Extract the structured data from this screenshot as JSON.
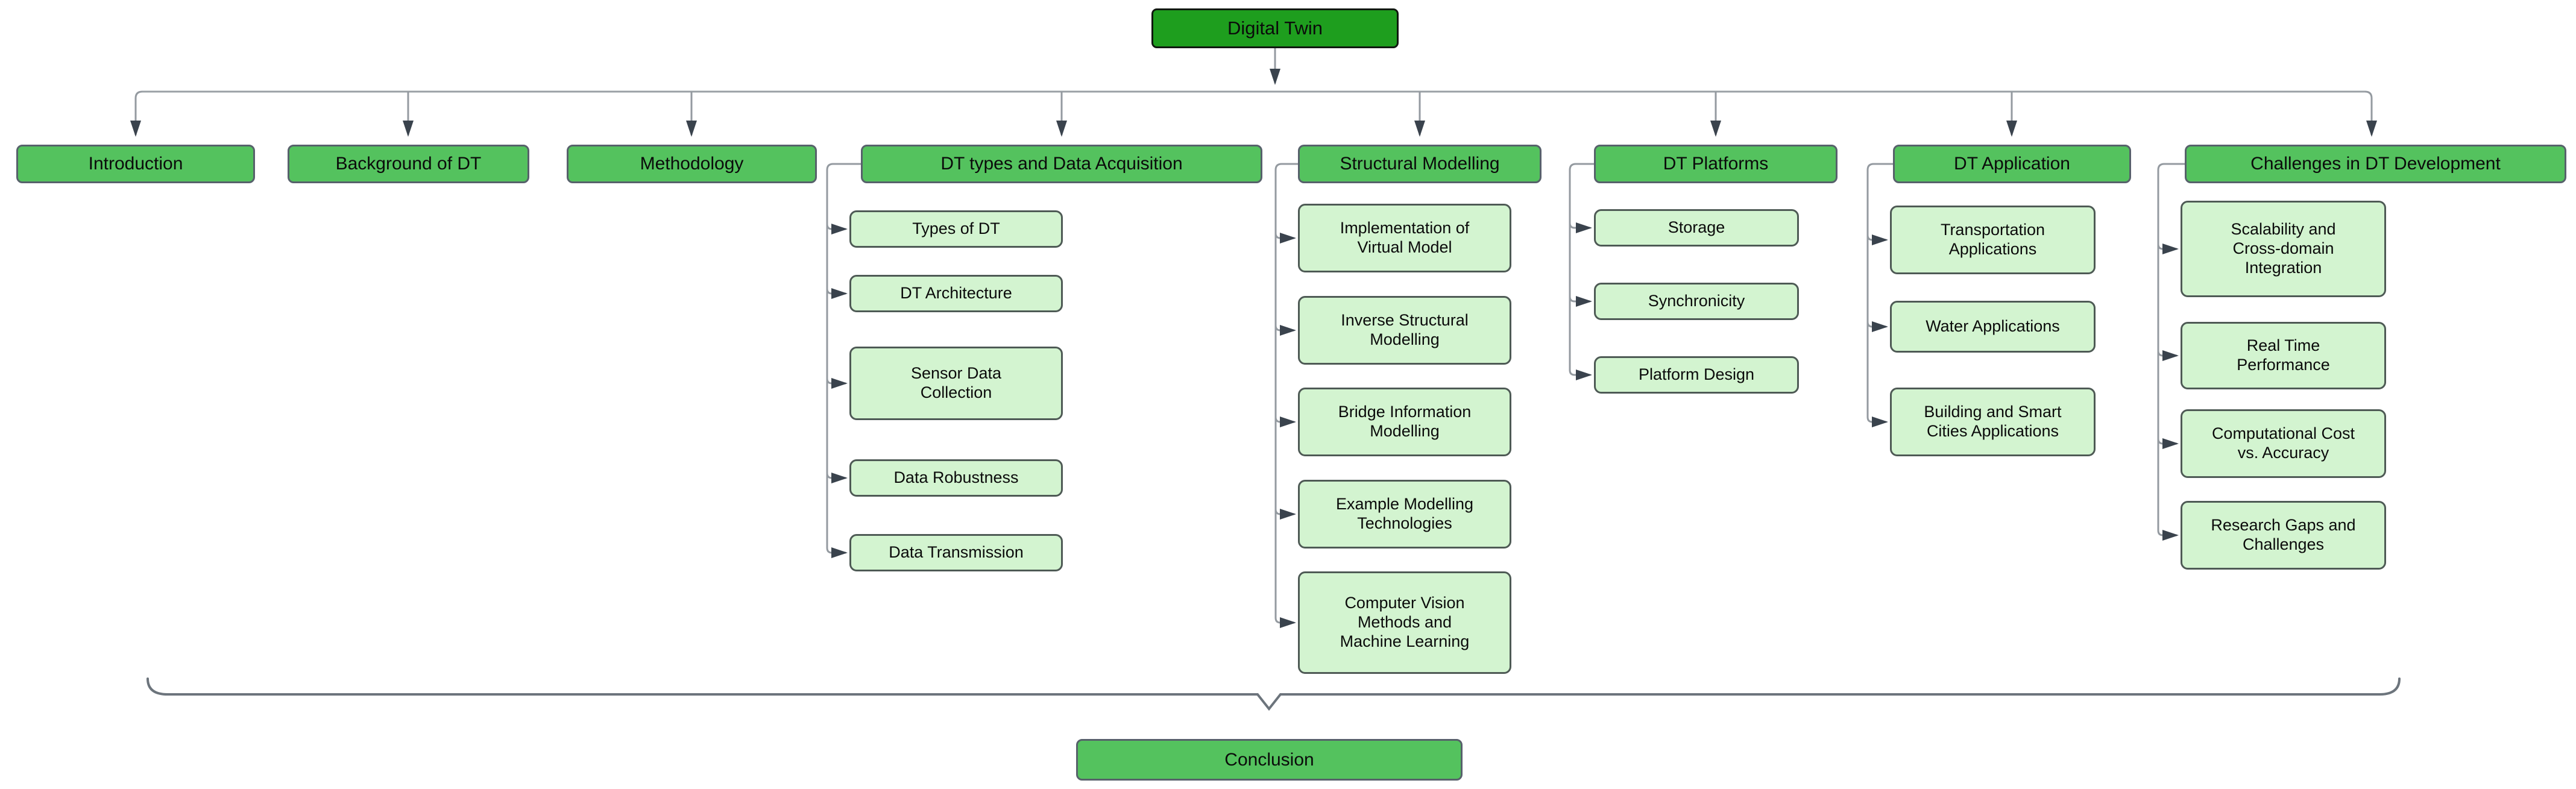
{
  "colors": {
    "root_fill": "#1e9e1e",
    "section_fill": "#54c25e",
    "child_fill": "#d3f4d0",
    "connector_line": "#949aa0",
    "arrowhead": "#3a434d",
    "brace_line": "#6c747c"
  },
  "diagram": {
    "root": {
      "label": "Digital Twin"
    },
    "sections": [
      {
        "label": "Introduction",
        "children": []
      },
      {
        "label": "Background of DT",
        "children": []
      },
      {
        "label": "Methodology",
        "children": []
      },
      {
        "label": "DT types and Data Acquisition",
        "children": [
          {
            "label": "Types of DT"
          },
          {
            "label": "DT Architecture"
          },
          {
            "label": "Sensor Data Collection"
          },
          {
            "label": "Data Robustness"
          },
          {
            "label": "Data Transmission"
          }
        ]
      },
      {
        "label": "Structural Modelling",
        "children": [
          {
            "label": "Implementation of Virtual Model"
          },
          {
            "label": "Inverse Structural Modelling"
          },
          {
            "label": "Bridge Information Modelling"
          },
          {
            "label": "Example Modelling Technologies"
          },
          {
            "label": "Computer Vision Methods and Machine Learning"
          }
        ]
      },
      {
        "label": "DT Platforms",
        "children": [
          {
            "label": "Storage"
          },
          {
            "label": "Synchronicity"
          },
          {
            "label": "Platform Design"
          }
        ]
      },
      {
        "label": "DT Application",
        "children": [
          {
            "label": "Transportation Applications"
          },
          {
            "label": "Water Applications"
          },
          {
            "label": "Building and Smart Cities Applications"
          }
        ]
      },
      {
        "label": "Challenges in DT Development",
        "children": [
          {
            "label": "Scalability and Cross-domain Integration"
          },
          {
            "label": "Real Time Performance"
          },
          {
            "label": "Computational Cost vs. Accuracy"
          },
          {
            "label": "Research Gaps and Challenges"
          }
        ]
      }
    ],
    "conclusion": {
      "label": "Conclusion"
    }
  }
}
